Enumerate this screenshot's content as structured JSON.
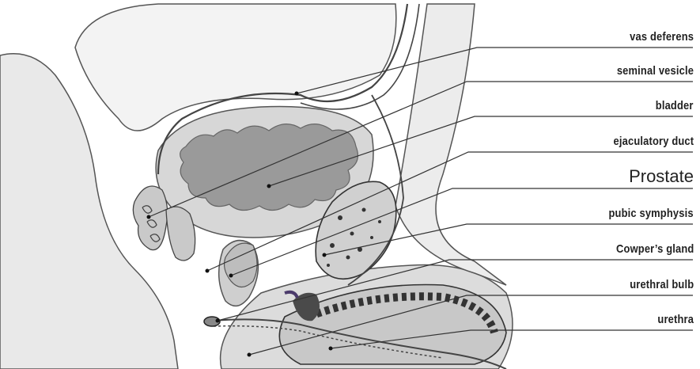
{
  "labels": {
    "vas_deferens": "vas deferens",
    "seminal_vesicle": "seminal vesicle",
    "bladder": "bladder",
    "ejaculatory_duct": "ejaculatory duct",
    "prostate": "Prostate",
    "pubic_symphysis": "pubic symphysis",
    "cowpers_gland": "Cowper’s gland",
    "urethral_bulb": "urethral bulb",
    "urethra": "urethra"
  },
  "colors": {
    "tissue_light": "#e6e6e6",
    "tissue_mid": "#cfcfcf",
    "bladder_fill": "#9a9a9a",
    "line": "#3a3a3a",
    "dark_mark": "#4a4a4a",
    "purple_mark": "#4b3b6b"
  }
}
